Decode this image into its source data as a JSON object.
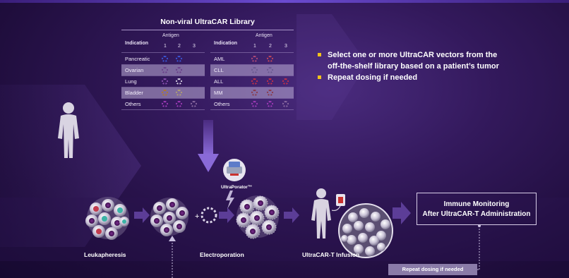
{
  "library": {
    "title": "Non-viral UltraCAR Library",
    "antigen_cols": [
      "1",
      "2",
      "3"
    ],
    "left": {
      "indication_header": "Indication",
      "antigen_header": "Antigen",
      "rows": [
        {
          "indication": "Pancreatic",
          "highlighted": false,
          "rings": [
            "#3b56d6",
            "#3b56d6"
          ]
        },
        {
          "indication": "Ovarian",
          "highlighted": true,
          "rings": [
            "#6a3f8a",
            "#6a3f8a"
          ]
        },
        {
          "indication": "Lung",
          "highlighted": false,
          "rings": [
            "#8a4fb0",
            "#d8d2e4"
          ]
        },
        {
          "indication": "Bladder",
          "highlighted": true,
          "rings": [
            "#b07a2a",
            "#b0a070"
          ]
        },
        {
          "indication": "Others",
          "highlighted": false,
          "rings": [
            "#a03ab8",
            "#a03ab8",
            "#8a6aa0"
          ]
        }
      ]
    },
    "right": {
      "indication_header": "Indication",
      "antigen_header": "Antigen",
      "rows": [
        {
          "indication": "AML",
          "highlighted": false,
          "rings": [
            "#b04a78",
            "#c2485a"
          ]
        },
        {
          "indication": "CLL",
          "highlighted": true,
          "rings": [
            "#6a5a90",
            "#6a5a90"
          ]
        },
        {
          "indication": "ALL",
          "highlighted": false,
          "rings": [
            "#c2304a",
            "#c2304a",
            "#c2304a"
          ]
        },
        {
          "indication": "MM",
          "highlighted": true,
          "rings": [
            "#8a3a4a",
            "#8a3a4a"
          ]
        },
        {
          "indication": "Others",
          "highlighted": false,
          "rings": [
            "#a03ab8",
            "#a03ab8",
            "#8a6aa0"
          ]
        }
      ]
    }
  },
  "bullets": [
    {
      "line1": "Select one or more UltraCAR vectors from the",
      "line2": "off-the-shelf library based on a patient’s tumor"
    },
    {
      "line1": "Repeat dosing if needed"
    }
  ],
  "labels": {
    "ultraporator": "UltraPorator™",
    "leukapheresis": "Leukapheresis",
    "electroporation": "Electroporation",
    "infusion": "UltraCAR-T Infusion"
  },
  "immune": {
    "line1": "Immune Monitoring",
    "line2": "After UltraCAR-T Administration"
  },
  "repeat_badge": "Repeat dosing if needed",
  "colors": {
    "bullet_marker": "#f2c21a",
    "highlight_row": "#b9aed3",
    "background": "#2a1450"
  }
}
